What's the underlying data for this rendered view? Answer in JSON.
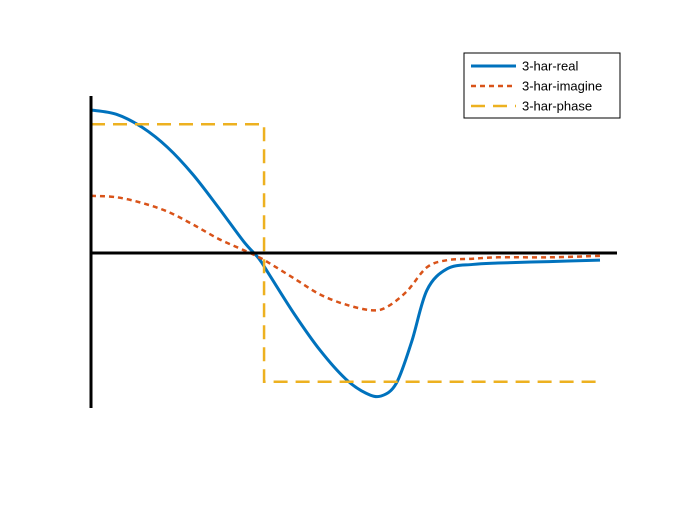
{
  "chart_data": {
    "type": "line",
    "title": "",
    "xlabel": "",
    "ylabel": "",
    "xlim": [
      0,
      1
    ],
    "ylim": [
      -1.1,
      1.0
    ],
    "grid": false,
    "axes_visible": [
      "left-spine",
      "zero-line"
    ],
    "legend_position": "top-right",
    "series": [
      {
        "name": "3-har-real",
        "style": "solid",
        "color": "#0072BD",
        "x": [
          0.0,
          0.05,
          0.1,
          0.15,
          0.2,
          0.25,
          0.3,
          0.33,
          0.35,
          0.4,
          0.45,
          0.5,
          0.54,
          0.57,
          0.6,
          0.63,
          0.66,
          0.7,
          0.75,
          0.8,
          0.9,
          1.0
        ],
        "y": [
          1.0,
          0.97,
          0.88,
          0.74,
          0.55,
          0.32,
          0.08,
          -0.04,
          -0.15,
          -0.43,
          -0.68,
          -0.88,
          -0.98,
          -1.0,
          -0.91,
          -0.62,
          -0.26,
          -0.11,
          -0.08,
          -0.07,
          -0.06,
          -0.05
        ]
      },
      {
        "name": "3-har-imagine",
        "style": "dotted",
        "color": "#D95319",
        "x": [
          0.0,
          0.05,
          0.1,
          0.15,
          0.2,
          0.25,
          0.3,
          0.33,
          0.35,
          0.4,
          0.45,
          0.5,
          0.55,
          0.58,
          0.62,
          0.66,
          0.7,
          0.75,
          0.8,
          0.9,
          1.0
        ],
        "y": [
          0.4,
          0.39,
          0.35,
          0.29,
          0.2,
          0.1,
          0.02,
          -0.03,
          -0.07,
          -0.18,
          -0.29,
          -0.36,
          -0.4,
          -0.38,
          -0.27,
          -0.1,
          -0.05,
          -0.04,
          -0.03,
          -0.03,
          -0.02
        ]
      },
      {
        "name": "3-har-phase",
        "style": "dashed",
        "color": "#EDB120",
        "x": [
          0.0,
          0.34,
          0.34,
          1.0
        ],
        "y": [
          0.9,
          0.9,
          -0.9,
          -0.9
        ]
      }
    ]
  }
}
